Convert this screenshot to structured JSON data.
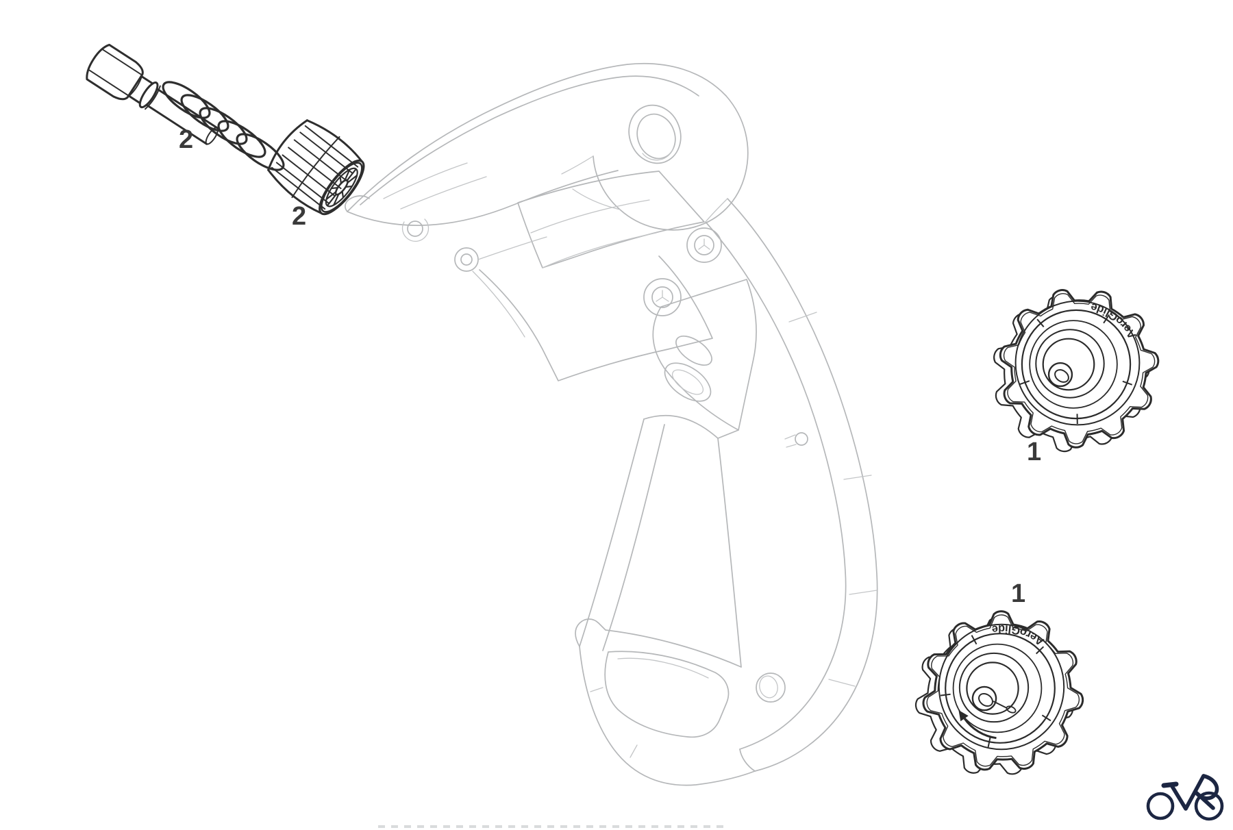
{
  "diagram": {
    "part_labels": {
      "spring_bolt": "2",
      "barrel_adjuster": "2",
      "upper_pulley": "1",
      "lower_pulley": "1"
    },
    "pulley_brand_text": "AeroGlide",
    "colors": {
      "dark_part_line": "#2e2e2e",
      "body_outline": "#b5b7b9",
      "label_text": "#3a3a3a",
      "logo_navy": "#1c2642",
      "dashed_line": "#d9dbdc",
      "background": "#ffffff"
    },
    "icons": {
      "logo": "bicycle-logo-icon"
    }
  }
}
